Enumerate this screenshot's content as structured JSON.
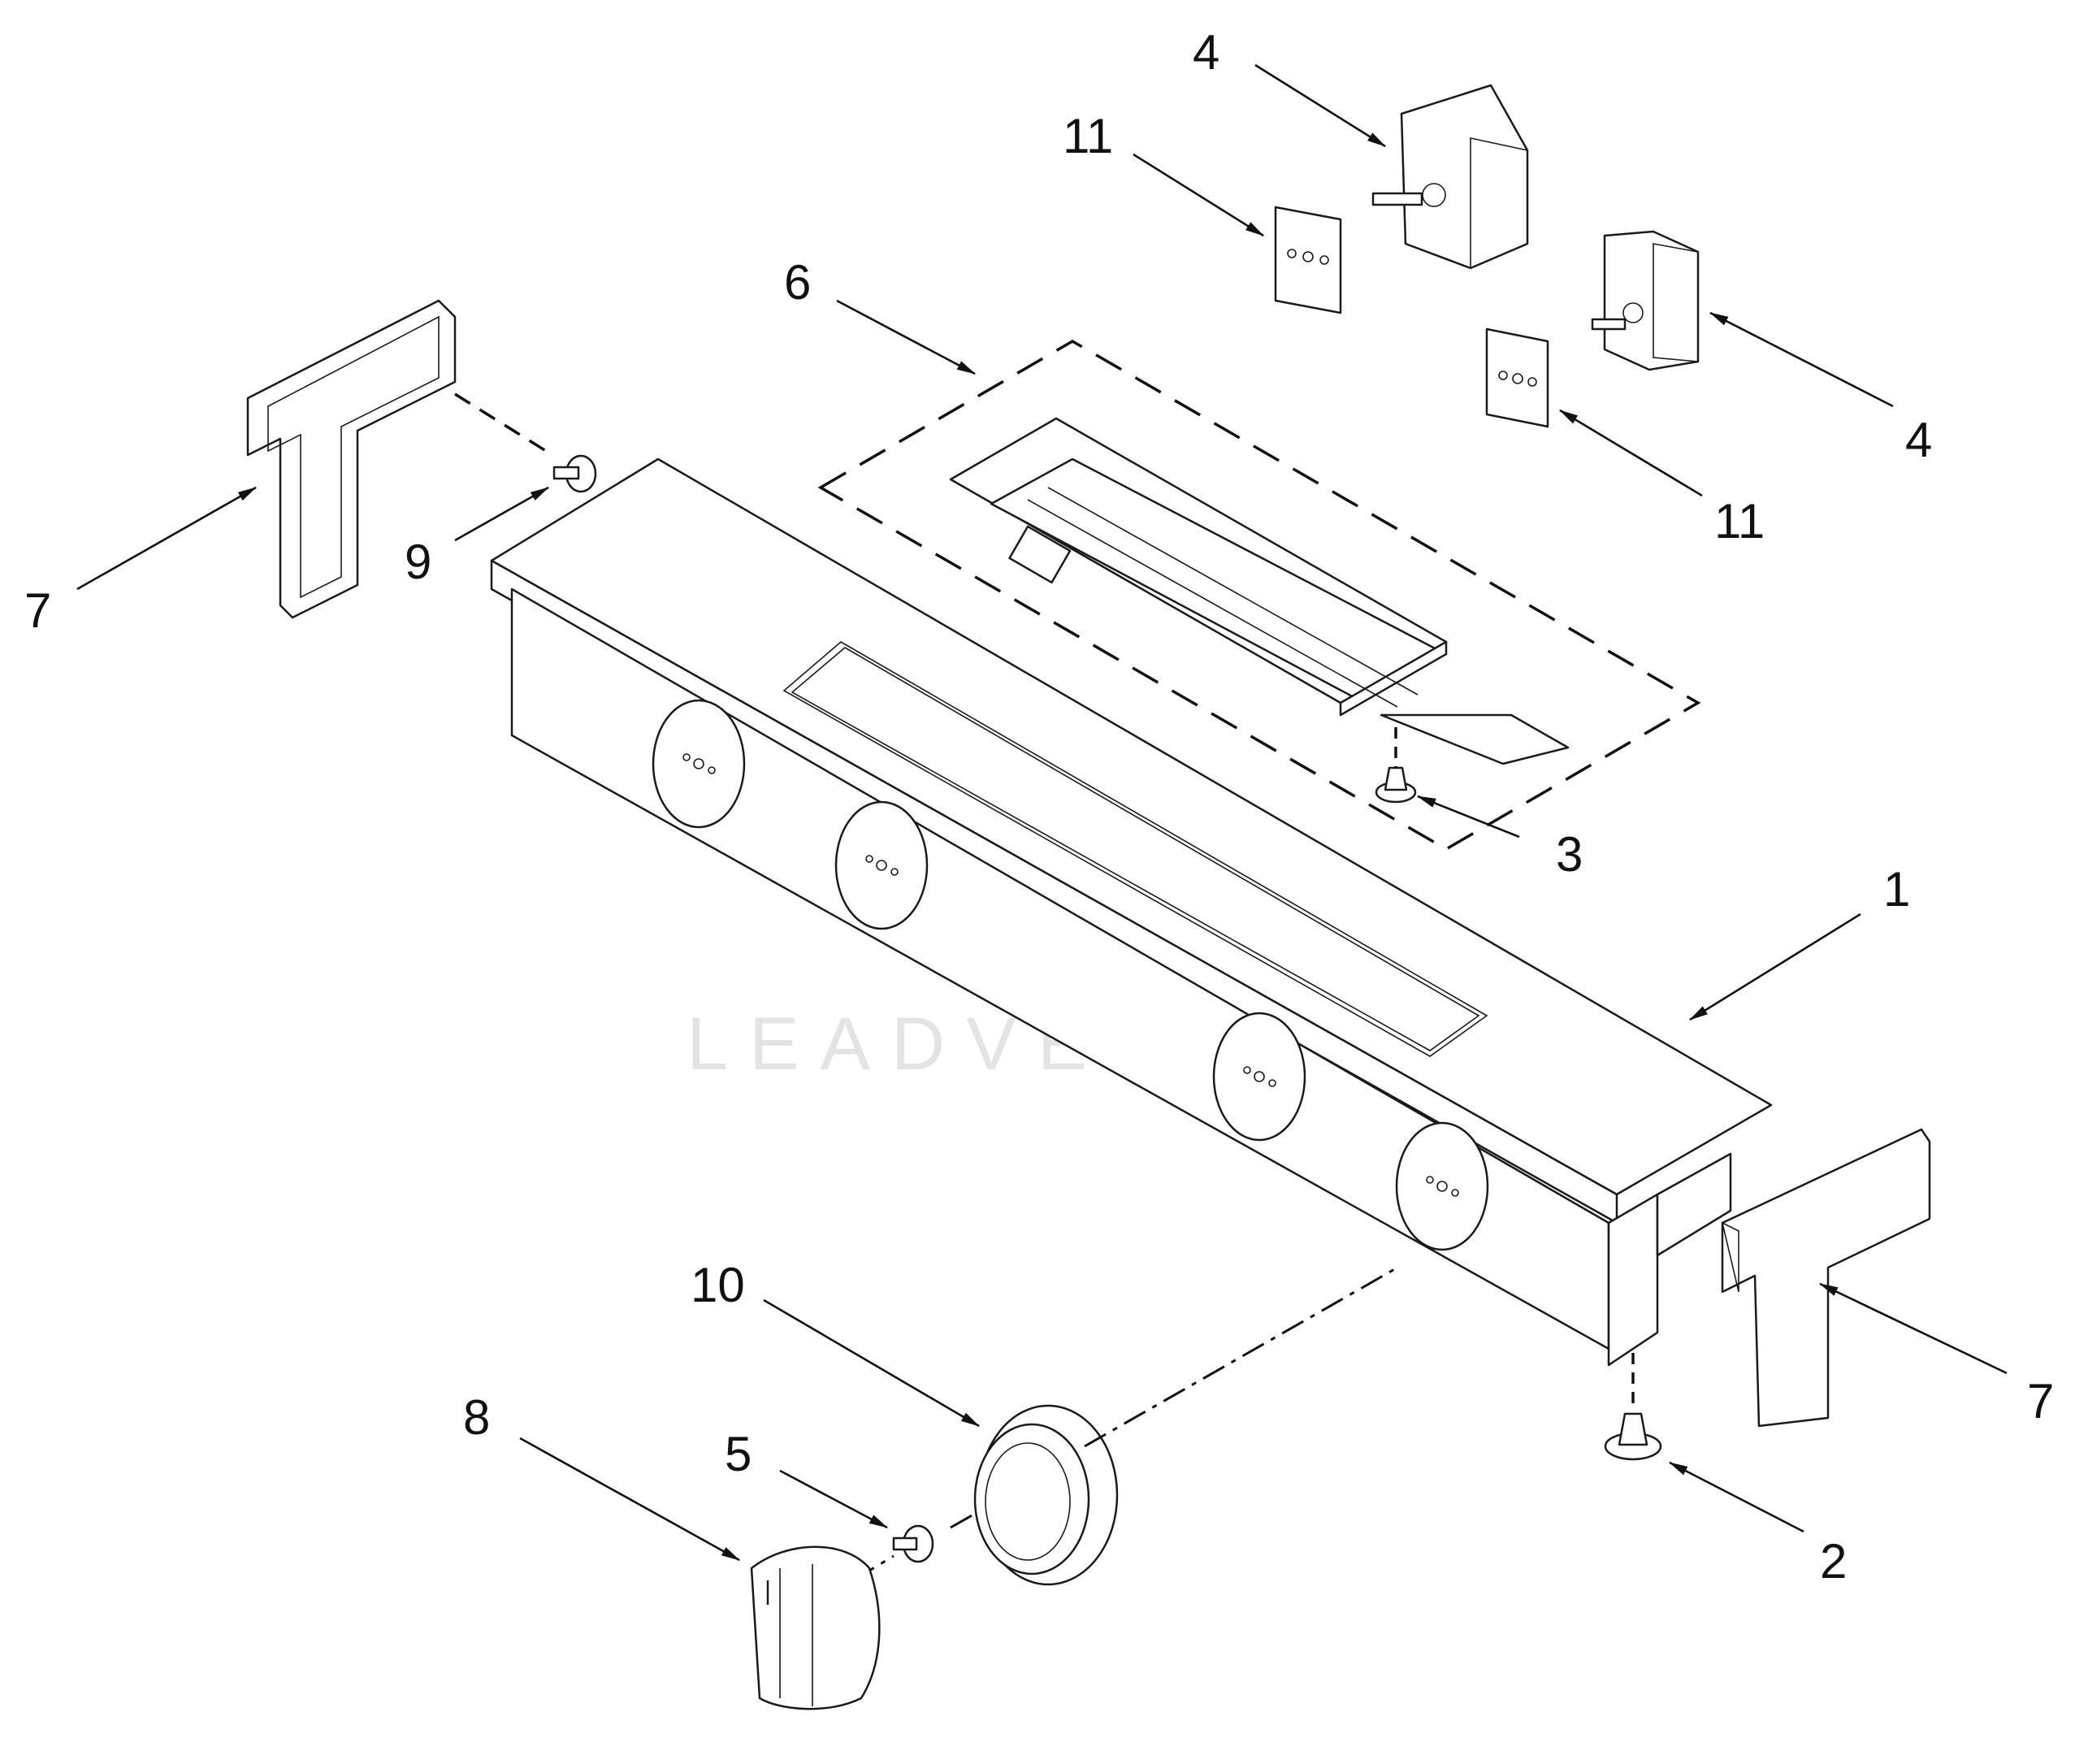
{
  "watermark": {
    "text": "LEADVENTURE",
    "color": "#e3e3e3"
  },
  "callouts": [
    {
      "id": "c1",
      "label": "1"
    },
    {
      "id": "c2",
      "label": "2"
    },
    {
      "id": "c3",
      "label": "3"
    },
    {
      "id": "c4a",
      "label": "4"
    },
    {
      "id": "c4b",
      "label": "4"
    },
    {
      "id": "c5",
      "label": "5"
    },
    {
      "id": "c6",
      "label": "6"
    },
    {
      "id": "c7a",
      "label": "7"
    },
    {
      "id": "c7b",
      "label": "7"
    },
    {
      "id": "c8",
      "label": "8"
    },
    {
      "id": "c9",
      "label": "9"
    },
    {
      "id": "c10",
      "label": "10"
    },
    {
      "id": "c11a",
      "label": "11"
    },
    {
      "id": "c11b",
      "label": "11"
    }
  ]
}
